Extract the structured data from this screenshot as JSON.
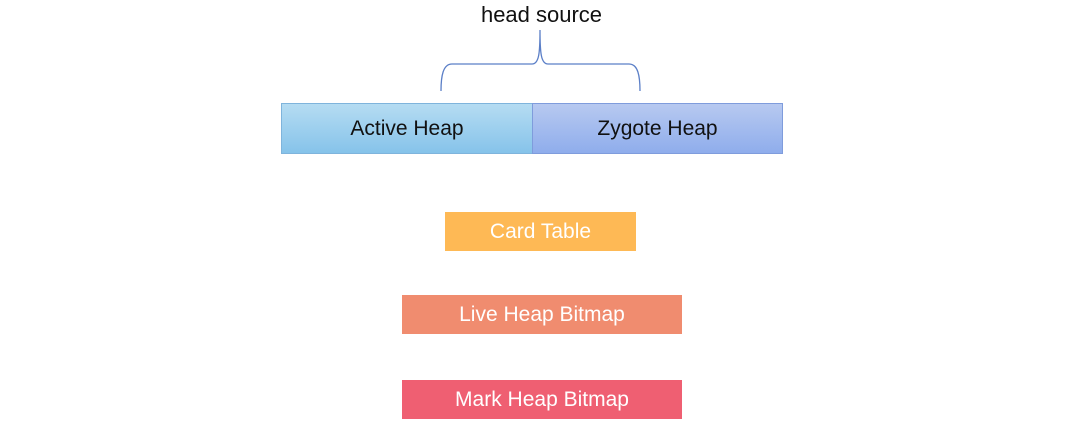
{
  "title": "head source",
  "heaps": {
    "active": {
      "label": "Active Heap"
    },
    "zygote": {
      "label": "Zygote Heap"
    }
  },
  "bars": {
    "card_table": {
      "label": "Card Table",
      "color": "#feb955"
    },
    "live_heap_bitmap": {
      "label": "Live Heap Bitmap",
      "color": "#f08c6f"
    },
    "mark_heap_bitmap": {
      "label": "Mark Heap Bitmap",
      "color": "#ef5f72"
    }
  },
  "colors": {
    "brace": "#5b7fc7",
    "active_heap": "#9fd0ee",
    "zygote_heap": "#a3bbee"
  }
}
